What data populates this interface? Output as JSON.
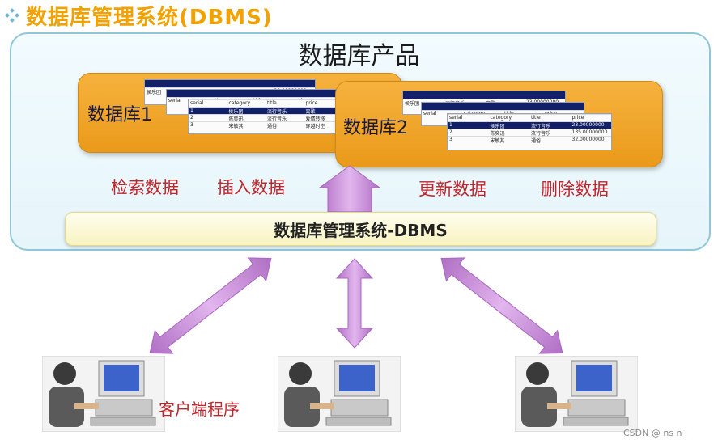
{
  "header": {
    "title": "数据库管理系统(DBMS)"
  },
  "product": {
    "title": "数据库产品"
  },
  "databases": [
    {
      "label": "数据库1"
    },
    {
      "label": "数据库2"
    }
  ],
  "mini_tables": {
    "columns": [
      "serial",
      "category",
      "title",
      "price"
    ],
    "rows": [
      [
        "1",
        "侯乐团",
        "流行音乐",
        "离歌",
        "23.00000000"
      ],
      [
        "2",
        "陈奕迅",
        "流行音乐",
        "爱情转移",
        "135.00000000"
      ],
      [
        "3",
        "宋敏其",
        "通俗",
        "穿越时空",
        "32.00000000"
      ]
    ]
  },
  "actions": {
    "retrieve": "检索数据",
    "insert": "插入数据",
    "update": "更新数据",
    "delete": "删除数据"
  },
  "dbms": {
    "label": "数据库管理系统-DBMS"
  },
  "client": {
    "label": "客户端程序"
  },
  "watermark": "CSDN @  ns  n  i",
  "icons": [
    "diamond-bullet-icon",
    "double-arrow-icon",
    "computer-user-icon"
  ],
  "colors": {
    "title": "#F2A200",
    "action_text": "#C0252C",
    "db_box": "#EEA325",
    "arrow": "#C98BD9"
  }
}
